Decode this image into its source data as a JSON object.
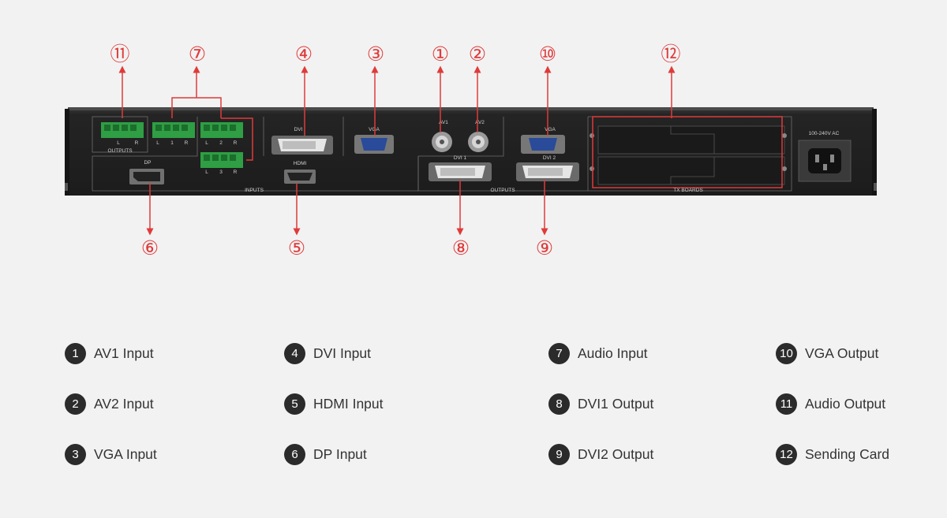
{
  "colors": {
    "background": "#f2f2f2",
    "callout": "#e03a3a",
    "chassis": "#262626",
    "badge": "#2b2b2b",
    "terminal_green": "#2f9e44",
    "vga_blue": "#2a4a9a"
  },
  "panel_labels": {
    "outputs_left": "OUTPUTS",
    "l": "L",
    "r": "R",
    "n1": "1",
    "n2": "2",
    "n3": "3",
    "dvi": "DVI",
    "vga": "VGA",
    "av1": "AV1",
    "av2": "AV2",
    "dp": "DP",
    "hdmi": "HDMI",
    "inputs": "INPUTS",
    "dvi1": "DVI 1",
    "dvi2": "DVI 2",
    "outputs": "OUTPUTS",
    "vga_out": "VGA",
    "tx_boards": "TX BOARDS",
    "power": "100-240V AC"
  },
  "callouts": [
    {
      "num": "①",
      "name": "callout-1"
    },
    {
      "num": "②",
      "name": "callout-2"
    },
    {
      "num": "③",
      "name": "callout-3"
    },
    {
      "num": "④",
      "name": "callout-4"
    },
    {
      "num": "⑤",
      "name": "callout-5"
    },
    {
      "num": "⑥",
      "name": "callout-6"
    },
    {
      "num": "⑦",
      "name": "callout-7"
    },
    {
      "num": "⑧",
      "name": "callout-8"
    },
    {
      "num": "⑨",
      "name": "callout-9"
    },
    {
      "num": "⑩",
      "name": "callout-10"
    },
    {
      "num": "⑪",
      "name": "callout-11"
    },
    {
      "num": "⑫",
      "name": "callout-12"
    }
  ],
  "legend": [
    {
      "num": "1",
      "label": "AV1 Input"
    },
    {
      "num": "2",
      "label": "AV2 Input"
    },
    {
      "num": "3",
      "label": "VGA Input"
    },
    {
      "num": "4",
      "label": "DVI Input"
    },
    {
      "num": "5",
      "label": "HDMI Input"
    },
    {
      "num": "6",
      "label": "DP Input"
    },
    {
      "num": "7",
      "label": "Audio Input"
    },
    {
      "num": "8",
      "label": "DVI1 Output"
    },
    {
      "num": "9",
      "label": "DVI2 Output"
    },
    {
      "num": "10",
      "label": "VGA Output"
    },
    {
      "num": "11",
      "label": "Audio Output"
    },
    {
      "num": "12",
      "label": "Sending Card"
    }
  ]
}
